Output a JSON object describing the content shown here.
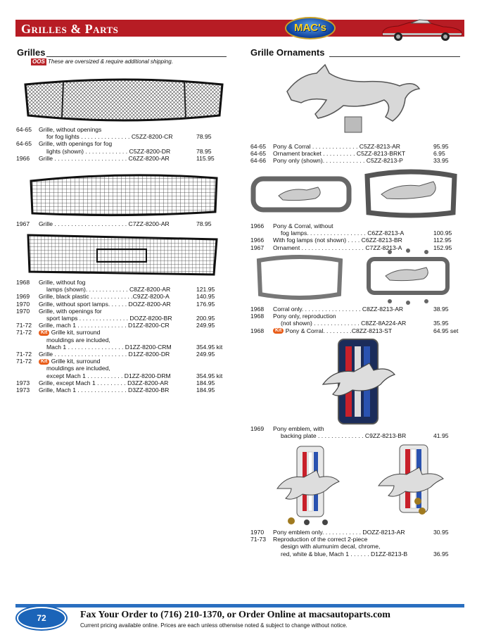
{
  "header": {
    "title": "Grilles & Parts",
    "logo": "MAC's"
  },
  "grilles": {
    "heading": "Grilles",
    "oos_badge": "OOS",
    "shipping_note": "These are oversized & require additional shipping.",
    "kit_badge": "Kit",
    "group1": [
      {
        "year": "64-65",
        "desc": "Grille, without openings",
        "part": "",
        "price": ""
      },
      {
        "year": "",
        "desc": "for fog lights . . . . . . . . . . . . . . .",
        "part": "C5ZZ-8200-CR",
        "price": "78.95"
      },
      {
        "year": "64-65",
        "desc": "Grille, with openings for fog",
        "part": "",
        "price": ""
      },
      {
        "year": "",
        "desc": "lights (shown) . . . . . . . . . . . . .",
        "part": "C5ZZ-8200-DR",
        "price": "78.95"
      },
      {
        "year": "1966",
        "desc": "Grille . . . . . . . . . . . . . . . . . . . . . .",
        "part": "C6ZZ-8200-AR",
        "price": "115.95"
      }
    ],
    "group2": [
      {
        "year": "1967",
        "desc": "Grille . . . . . . . . . . . . . . . . . . . . . .",
        "part": "C7ZZ-8200-AR",
        "price": "78.95"
      }
    ],
    "group3": [
      {
        "year": "1968",
        "desc": "Grille, without fog",
        "part": "",
        "price": ""
      },
      {
        "year": "",
        "desc": "lamps (shown). . . . . . . . . . . . .",
        "part": "C8ZZ-8200-AR",
        "price": "121.95"
      },
      {
        "year": "1969",
        "desc": "Grille, black plastic . . . . . . . . . . . .",
        "part": ".C9ZZ-8200-A",
        "price": "140.95"
      },
      {
        "year": "1970",
        "desc": "Grille, without sport lamps. . . . . .",
        "part": "DOZZ-8200-AR",
        "price": "176.95"
      },
      {
        "year": "1970",
        "desc": "Grille, with openings for",
        "part": "",
        "price": ""
      },
      {
        "year": "",
        "desc": "sport lamps . . . . . . . . . . . . . . .",
        "part": "DOZZ-8200-BR",
        "price": "200.95"
      },
      {
        "year": "71-72",
        "desc": "Grille, mach 1 . . . . . . . . . . . . . . .",
        "part": "D1ZZ-8200-CR",
        "price": "249.95"
      },
      {
        "year": "71-72",
        "desc": "Grille kit, surround",
        "part": "",
        "price": "",
        "kit": true
      },
      {
        "year": "",
        "desc": "mouldings are included,",
        "part": "",
        "price": ""
      },
      {
        "year": "",
        "desc": "Mach 1 . . . . . . . . . . . . . . . . .",
        "part": "D1ZZ-8200-CRM",
        "price": "354.95 kit"
      },
      {
        "year": "71-72",
        "desc": "Grille . . . . . . . . . . . . . . . . . . . . . .",
        "part": "D1ZZ-8200-DR",
        "price": "249.95"
      },
      {
        "year": "71-72",
        "desc": "Grille kit, surround",
        "part": "",
        "price": "",
        "kit": true
      },
      {
        "year": "",
        "desc": "mouldings are included,",
        "part": "",
        "price": ""
      },
      {
        "year": "",
        "desc": "except Mach 1 . . . . . . . . . . .",
        "part": "D1ZZ-8200-DRM",
        "price": "354.95 kit"
      },
      {
        "year": "1973",
        "desc": "Grille, except Mach 1 . . . . . . . . .",
        "part": "D3ZZ-8200-AR",
        "price": "184.95"
      },
      {
        "year": "1973",
        "desc": "Grille, Mach 1 . . . . . . . . . . . . . . .",
        "part": "D3ZZ-8200-BR",
        "price": "184.95"
      }
    ]
  },
  "ornaments": {
    "heading": "Grille Ornaments",
    "group1": [
      {
        "year": "64-65",
        "desc": "Pony & Corral . . . . . . . . . . . . . .",
        "part": "C5ZZ-8213-AR",
        "price": "95.95"
      },
      {
        "year": "64-65",
        "desc": "Ornament bracket . . . . . . . . . .",
        "part": "C5ZZ-8213-BRKT",
        "price": "6.95"
      },
      {
        "year": "64-66",
        "desc": "Pony only (shown). . . . . . . . . . . . .",
        "part": "C5ZZ-8213-P",
        "price": "33.95"
      }
    ],
    "group2": [
      {
        "year": "1966",
        "desc": "Pony & Corral, without",
        "part": "",
        "price": ""
      },
      {
        "year": "",
        "desc": "fog lamps. . . . . . . . . . . . . . . . . .",
        "part": "C6ZZ-8213-A",
        "price": "100.95"
      },
      {
        "year": "1966",
        "desc": "With fog lamps (not shown) . . . .",
        "part": "C6ZZ-8213-BR",
        "price": "112.95"
      },
      {
        "year": "1967",
        "desc": "Ornament . . . . . . . . . . . . . . . . . . .",
        "part": "C7ZZ-8213-A",
        "price": "152.95"
      }
    ],
    "group3": [
      {
        "year": "1968",
        "desc": "Corral only. . . . . . . . . . . . . . . . . .",
        "part": "C8ZZ-8213-AR",
        "price": "38.95"
      },
      {
        "year": "1968",
        "desc": "Pony only, reproduction",
        "part": "",
        "price": ""
      },
      {
        "year": "",
        "desc": "(not shown) . . . . . . . . . . . . . .",
        "part": "C8ZZ-8A224-AR",
        "price": "35.95"
      },
      {
        "year": "1968",
        "desc": "Pony & Corral. . . . . . . .",
        "part": ".C8ZZ-8213-ST",
        "price": "64.95 set",
        "kit": true
      }
    ],
    "group4": [
      {
        "year": "1969",
        "desc": "Pony emblem, with",
        "part": "",
        "price": ""
      },
      {
        "year": "",
        "desc": "backing plate . . . . . . . . . . . . . .",
        "part": "C9ZZ-8213-BR",
        "price": "41.95"
      }
    ],
    "group5": [
      {
        "year": "1970",
        "desc": "Pony emblem only. . . . . . . . . . . .",
        "part": "DOZZ-8213-AR",
        "price": "30.95"
      },
      {
        "year": "71-73",
        "desc": "Reproduction of the correct 2-piece",
        "part": "",
        "price": ""
      },
      {
        "year": "",
        "desc": "design with alumunim decal, chrome,",
        "part": "",
        "price": ""
      },
      {
        "year": "",
        "desc": "red, white & blue, Mach 1 . . . . . .",
        "part": "D1ZZ-8213-B",
        "price": "36.95"
      }
    ]
  },
  "footer": {
    "page_number": "72",
    "main": "Fax Your Order to (716) 210-1370, or Order Online at macsautoparts.com",
    "sub": "Current pricing available online. Prices are each unless otherwise noted & subject to change without notice."
  }
}
